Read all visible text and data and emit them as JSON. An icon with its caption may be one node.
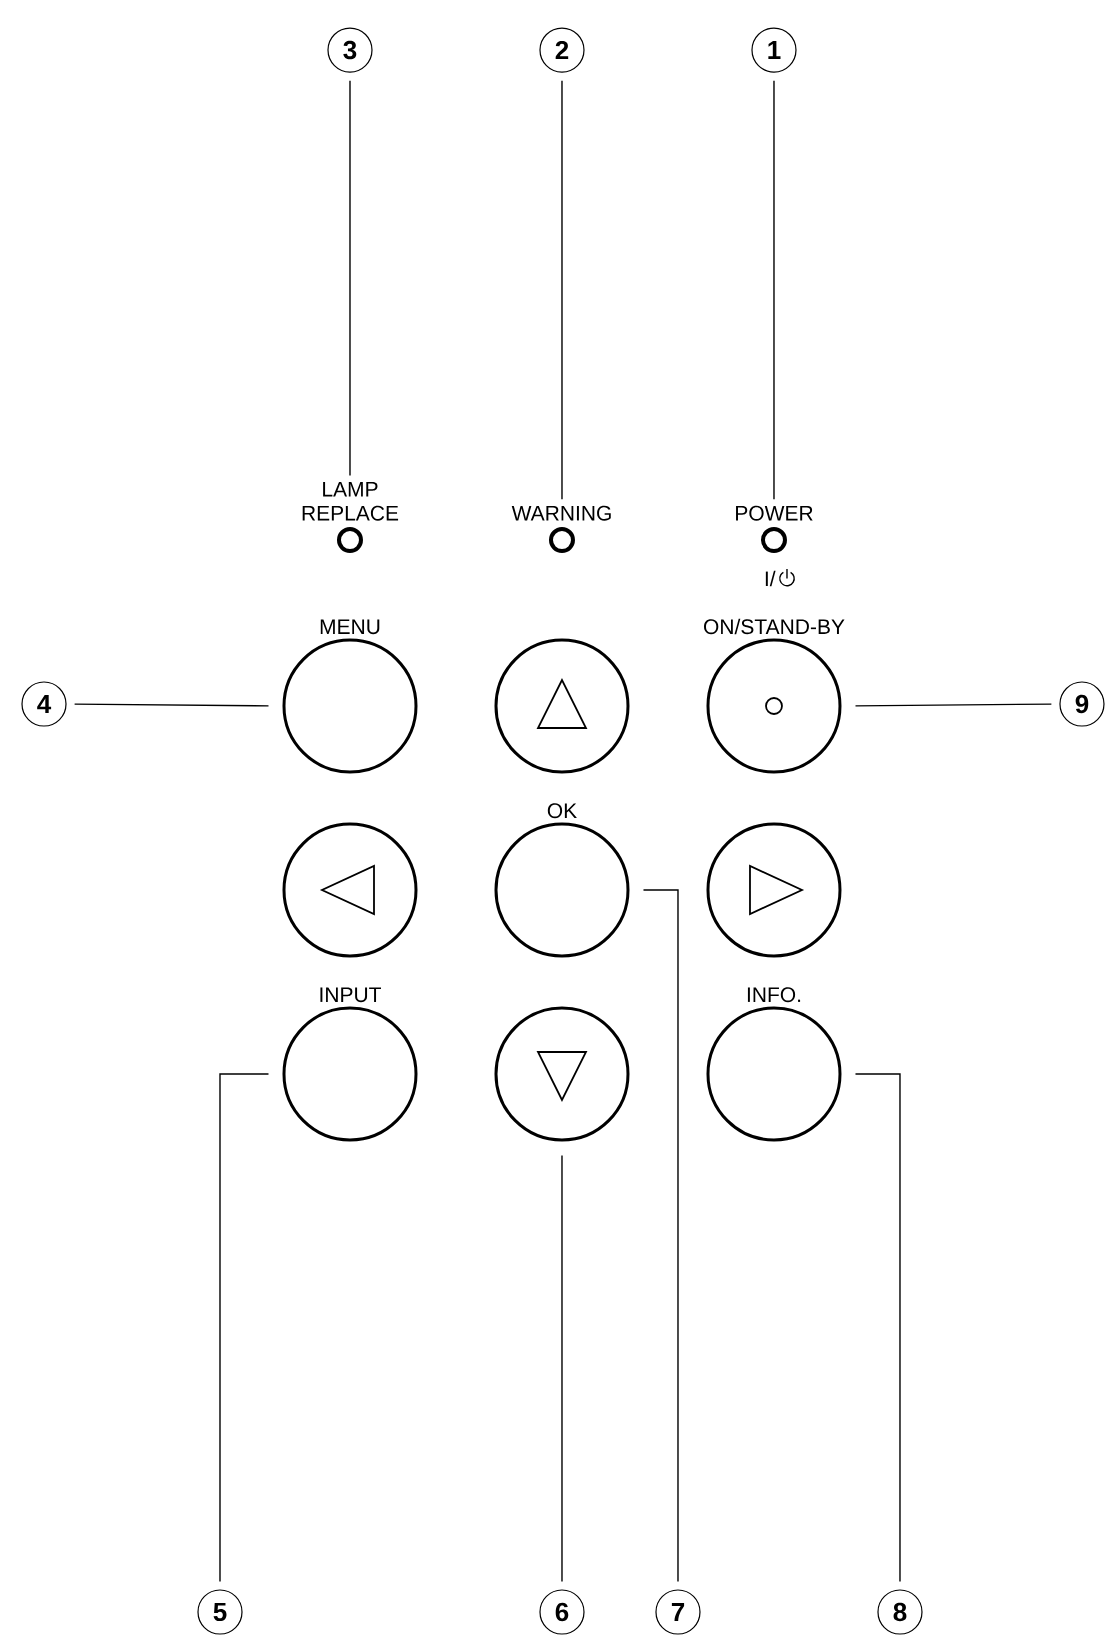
{
  "diagram": {
    "nodes": [
      {
        "text": [
          "3"
        ]
      },
      {
        "text": [
          "2"
        ]
      },
      {
        "text": [
          "1"
        ]
      },
      {
        "text": [
          "LAMP REPLACE"
        ]
      },
      {
        "text": [
          "WARNING"
        ]
      },
      {
        "text": [
          "POWER"
        ]
      },
      {
        "text": [
          "MENU"
        ]
      },
      {
        "text": [],
        "shape": "circle"
      },
      {
        "text": [
          "I/",
          "ON/STAND-BY"
        ]
      },
      {
        "text": [
          "4"
        ]
      },
      {
        "text": [
          "9"
        ]
      },
      {
        "text": [],
        "shape": "circle"
      },
      {
        "text": [
          "OK"
        ]
      },
      {
        "text": [],
        "shape": "circle"
      },
      {
        "text": [
          "INPUT"
        ]
      },
      {
        "text": [],
        "shape": "circle"
      },
      {
        "text": [
          "INFO."
        ]
      },
      {
        "text": [
          "5"
        ]
      },
      {
        "text": [
          "6"
        ]
      },
      {
        "text": [
          "7"
        ]
      },
      {
        "text": [
          "8"
        ]
      }
    ],
    "edges": [
      {
        "from": 0,
        "to": 3,
        "arrow": "none"
      },
      {
        "from": 1,
        "to": 4,
        "arrow": "none"
      },
      {
        "from": 2,
        "to": 5,
        "arrow": "none"
      },
      {
        "from": 9,
        "to": 6,
        "arrow": "none"
      },
      {
        "from": 10,
        "to": 8,
        "arrow": "none"
      },
      {
        "from": 17,
        "to": 14,
        "arrow": "none"
      },
      {
        "from": 18,
        "to": 15,
        "arrow": "none"
      },
      {
        "from": 19,
        "to": 12,
        "arrow": "none"
      },
      {
        "from": 20,
        "to": 16,
        "arrow": "none"
      }
    ]
  }
}
